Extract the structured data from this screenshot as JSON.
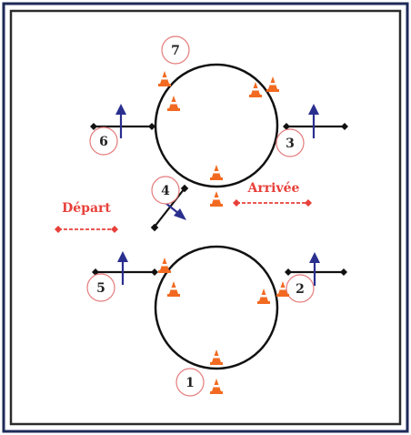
{
  "diagram": {
    "labels": {
      "depart": "Départ",
      "arrivee": "Arrivée"
    },
    "stations": [
      "1",
      "2",
      "3",
      "4",
      "5",
      "6",
      "7"
    ]
  },
  "colors": {
    "frame_outer": "#1f2a5a",
    "frame_inner": "#2b2b2b",
    "circle": "#111111",
    "gate": "#111111",
    "arrow": "#2a2f8f",
    "label_red": "#e8403a",
    "badge_ring": "#e57b7b",
    "cone_orange": "#f26a21",
    "cone_white": "#ffffff"
  },
  "icons": {
    "cone": "traffic-cone-icon",
    "arrow": "direction-arrow-icon",
    "gate": "gate-line-icon"
  }
}
